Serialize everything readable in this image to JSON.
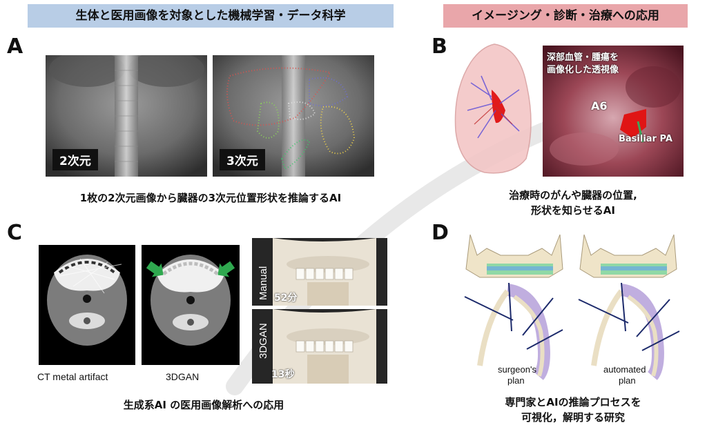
{
  "headers": {
    "left": "生体と医用画像を対象とした機械学習・データ科学",
    "right": "イメージング・診断・治療への応用"
  },
  "panels": {
    "a": {
      "label": "A",
      "tag_2d": "2次元",
      "tag_3d": "3次元",
      "caption": "1枚の2次元画像から臓器の3次元位置形状を推論するAI"
    },
    "b": {
      "label": "B",
      "overlay_line1": "深部血管・腫瘍を",
      "overlay_line2": "画像化した透視像",
      "a6": "A6",
      "basilar": "Basiliar PA",
      "caption_line1": "治療時のがんや臓器の位置,",
      "caption_line2": "形状を知らせるAI"
    },
    "c": {
      "label": "C",
      "left_label": "CT metal artifact",
      "mid_label": "3DGAN",
      "manual": "Manual",
      "manual_time": "52分",
      "dgan": "3DGAN",
      "dgan_time": "13秒",
      "caption": "生成系AI の医用画像解析への応用"
    },
    "d": {
      "label": "D",
      "surgeon_line1": "surgeon's",
      "surgeon_line2": "plan",
      "auto_line1": "automated",
      "auto_line2": "plan",
      "caption_line1": "専門家とAIの推論プロセスを",
      "caption_line2": "可視化，解明する研究"
    }
  },
  "colors": {
    "header_left": "#b8cde6",
    "header_right": "#e9a6aa",
    "arrow_green": "#2fa84f"
  }
}
